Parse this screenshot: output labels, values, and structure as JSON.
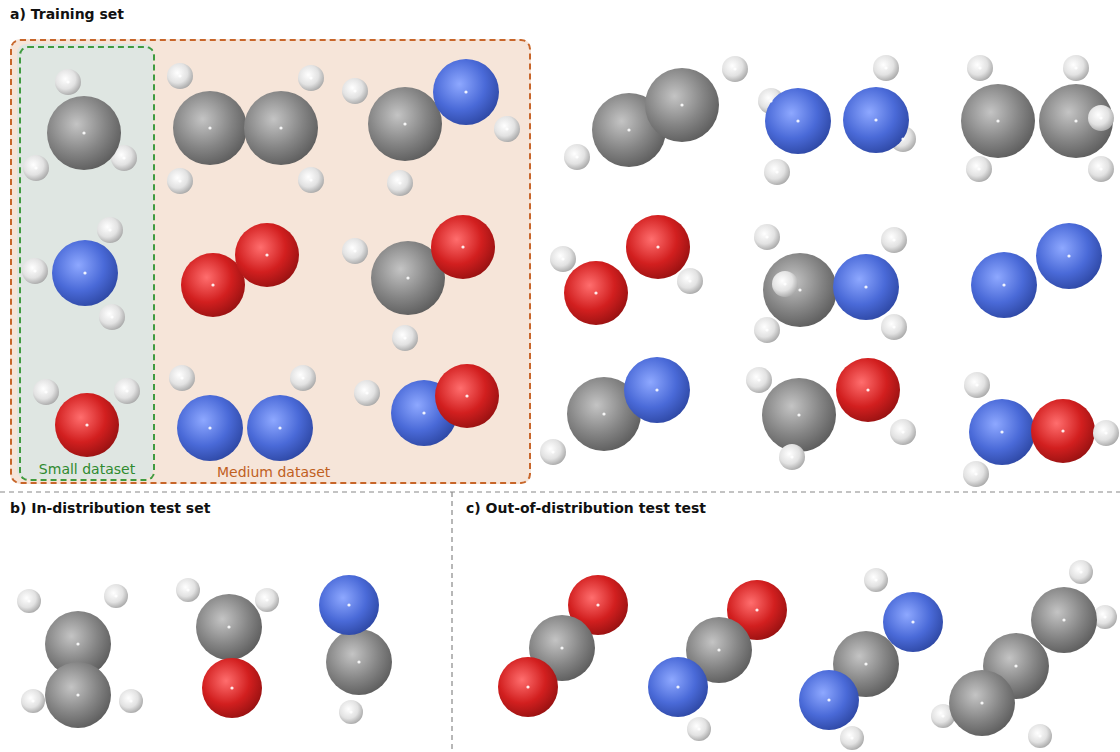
{
  "diagram": {
    "nodes": [
      {
        "text": [
          "Medium dataset"
        ]
      },
      {
        "text": [
          "Small dataset"
        ],
        "in": 0
      }
    ],
    "labels": [
      "a) Training set",
      "b) In-distribution test set",
      "c) Out-of-distribution test test"
    ]
  }
}
